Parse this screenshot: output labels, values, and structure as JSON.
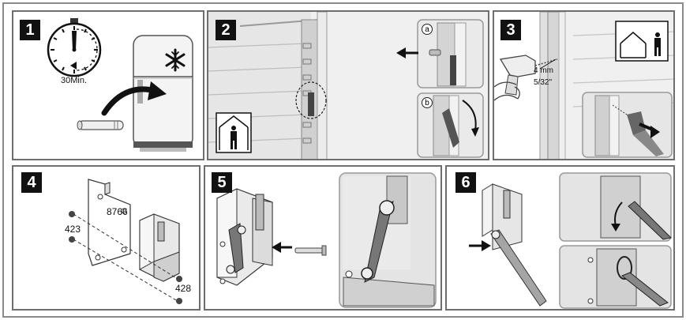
{
  "steps": [
    {
      "number": "1",
      "time_label": "30Min."
    },
    {
      "number": "2",
      "callouts": [
        "a",
        "b"
      ]
    },
    {
      "number": "3",
      "drill_label": "4 mm",
      "drill_label_inch": "5/32\""
    },
    {
      "number": "4",
      "part_labels": [
        "8766",
        "423",
        "428"
      ]
    },
    {
      "number": "5"
    },
    {
      "number": "6"
    }
  ],
  "icons": [
    "stopwatch-icon",
    "freezer-icon",
    "snowflake-icon",
    "indoor-person-icon",
    "outdoor-person-icon"
  ]
}
